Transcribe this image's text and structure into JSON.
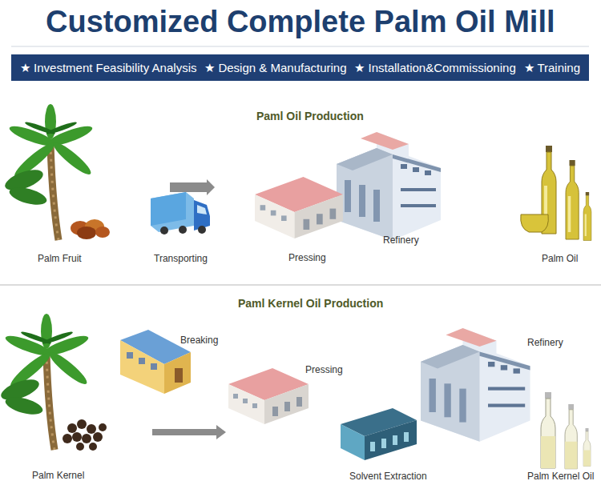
{
  "diagram": {
    "title": "Customized Complete Palm Oil Mill",
    "nodes": [
      {
        "text": [
          "★ Investment Feasibility Analysis",
          "★ Design & Manufacturing",
          "★ Installation&Commissioning",
          "★ Training"
        ]
      }
    ],
    "labels": [
      "Paml Oil Production",
      "Palm Fruit",
      "Transporting",
      "Pressing",
      "Refinery",
      "Palm Oil",
      "Paml Kernel Oil Production",
      "Palm Kernel",
      "Breaking",
      "Pressing",
      "Solvent Extraction",
      "Refinery",
      "Palm Kernel Oil"
    ]
  }
}
